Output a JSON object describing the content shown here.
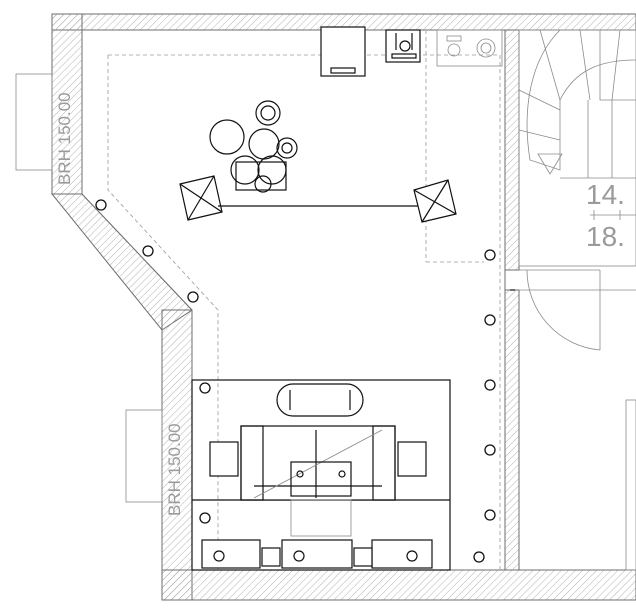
{
  "labels": {
    "window_upper": "BRH 150.00",
    "window_lower": "BRH 150.00",
    "room_area": "14.",
    "room_height": "18."
  },
  "colors": {
    "wall_line": "#6e6e6e",
    "furniture_line": "#111111",
    "label_gray": "#9a9a9a"
  }
}
